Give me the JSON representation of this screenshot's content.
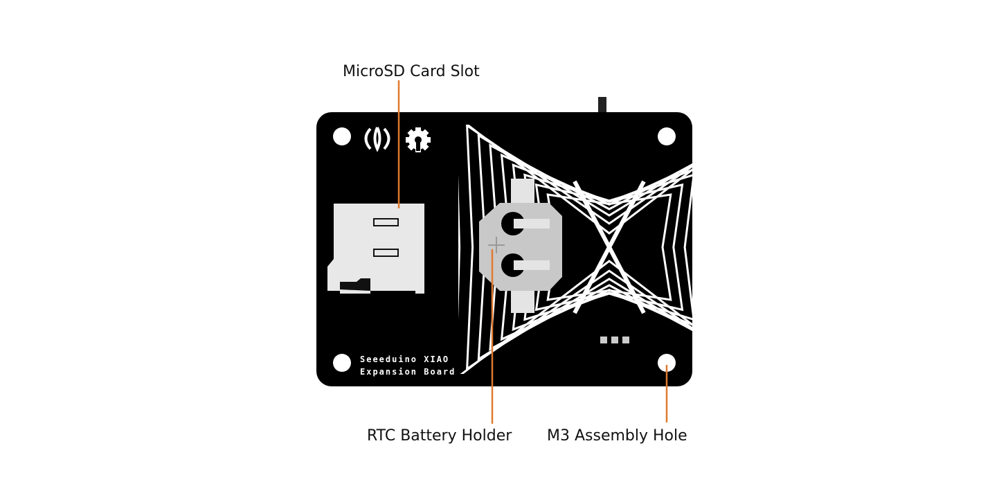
{
  "diagram": {
    "board_text": {
      "line1": "Seeeduino XIAO",
      "line2": "Expansion Board"
    },
    "callouts": [
      {
        "label": "MicroSD Card Slot"
      },
      {
        "label": "RTC Battery Holder"
      },
      {
        "label": "M3 Assembly Hole"
      }
    ],
    "colors": {
      "board": "#000000",
      "callout_line": "#e07a2e",
      "component": "#e8e8e8",
      "battery_holder": "#c8c8c8"
    }
  }
}
